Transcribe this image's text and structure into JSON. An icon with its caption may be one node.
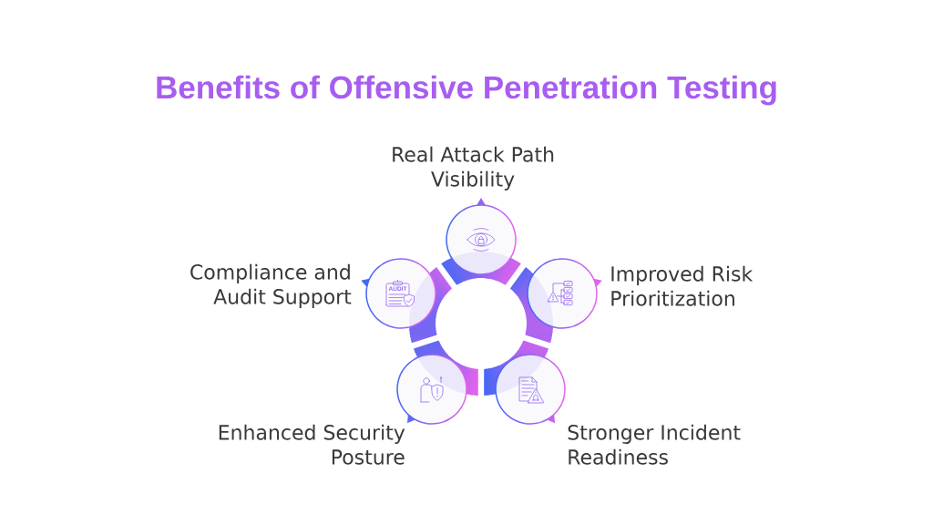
{
  "diagram": {
    "title": "Benefits of Offensive Penetration Testing",
    "nodes": [
      {
        "text": [
          "Real Attack Path Visibility"
        ]
      },
      {
        "text": [
          "Compliance and Audit Support"
        ]
      },
      {
        "text": [
          "Improved Risk Prioritization"
        ]
      },
      {
        "text": [
          "Enhanced Security Posture"
        ]
      },
      {
        "text": [
          "Stronger Incident Readiness"
        ]
      }
    ],
    "labels": [
      "AUDIT"
    ]
  }
}
